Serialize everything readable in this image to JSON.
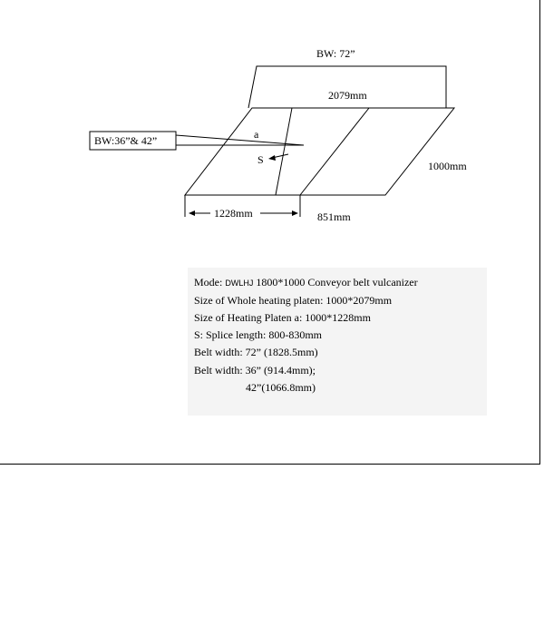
{
  "diagram": {
    "bw_top_label": "BW: 72”",
    "top_dim_label": "2079mm",
    "callout_label": "BW:36”& 42”",
    "platen_label_a": "a",
    "splice_label": "S",
    "right_dim_label": "1000mm",
    "bottom_left_dim_label": "1228mm",
    "bottom_right_dim_label": "851mm"
  },
  "specs": {
    "mode_prefix": "Mode:",
    "mode_code": "DWLHJ",
    "mode_rest": "1800*1000 Conveyor belt vulcanizer",
    "line2": "Size of Whole heating platen: 1000*2079mm",
    "line3": "Size of Heating Platen a: 1000*1228mm",
    "line4": "S: Splice length: 800-830mm",
    "line5": "Belt width: 72” (1828.5mm)",
    "line6": "Belt width: 36” (914.4mm);",
    "line7": "42”(1066.8mm)"
  }
}
